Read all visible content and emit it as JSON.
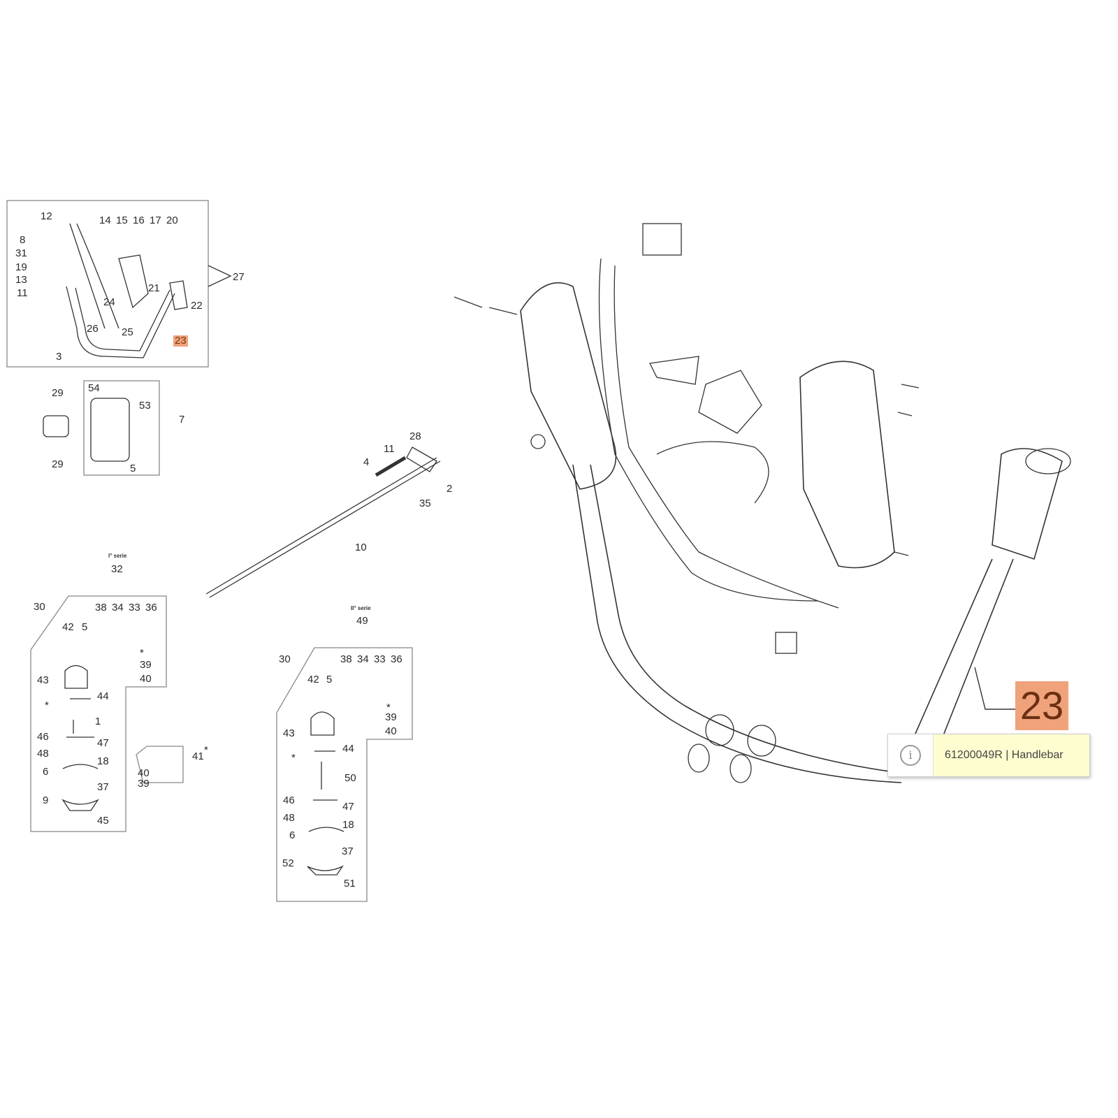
{
  "inset_handle": {
    "labels": [
      "12",
      "14",
      "15",
      "16",
      "17",
      "20",
      "8",
      "31",
      "19",
      "13",
      "11",
      "24",
      "21",
      "22",
      "26",
      "25",
      "23",
      "3",
      "27"
    ]
  },
  "inset_clamp": {
    "labels": [
      "29",
      "29",
      "54",
      "53",
      "7",
      "5"
    ]
  },
  "shaft": {
    "labels": [
      "28",
      "11",
      "4",
      "2",
      "35",
      "10"
    ]
  },
  "gearbox_1": {
    "serie": "I° serie",
    "labels": [
      "32",
      "30",
      "38",
      "34",
      "33",
      "36",
      "42",
      "5",
      "*",
      "39",
      "40",
      "43",
      "44",
      "*",
      "1",
      "46",
      "47",
      "48",
      "18",
      "6",
      "37",
      "9",
      "45"
    ]
  },
  "kit_41": {
    "labels": [
      "41",
      "*",
      "40",
      "39"
    ]
  },
  "gearbox_2": {
    "serie": "II° serie",
    "labels": [
      "49",
      "30",
      "38",
      "34",
      "33",
      "36",
      "42",
      "5",
      "*",
      "39",
      "40",
      "43",
      "44",
      "*",
      "50",
      "46",
      "47",
      "48",
      "18",
      "6",
      "37",
      "52",
      "51"
    ]
  },
  "selected_part": {
    "number": "23",
    "code_and_name": "61200049R | Handlebar",
    "highlight_color": "#f0a27a"
  },
  "tooltip_icon": "info-icon"
}
